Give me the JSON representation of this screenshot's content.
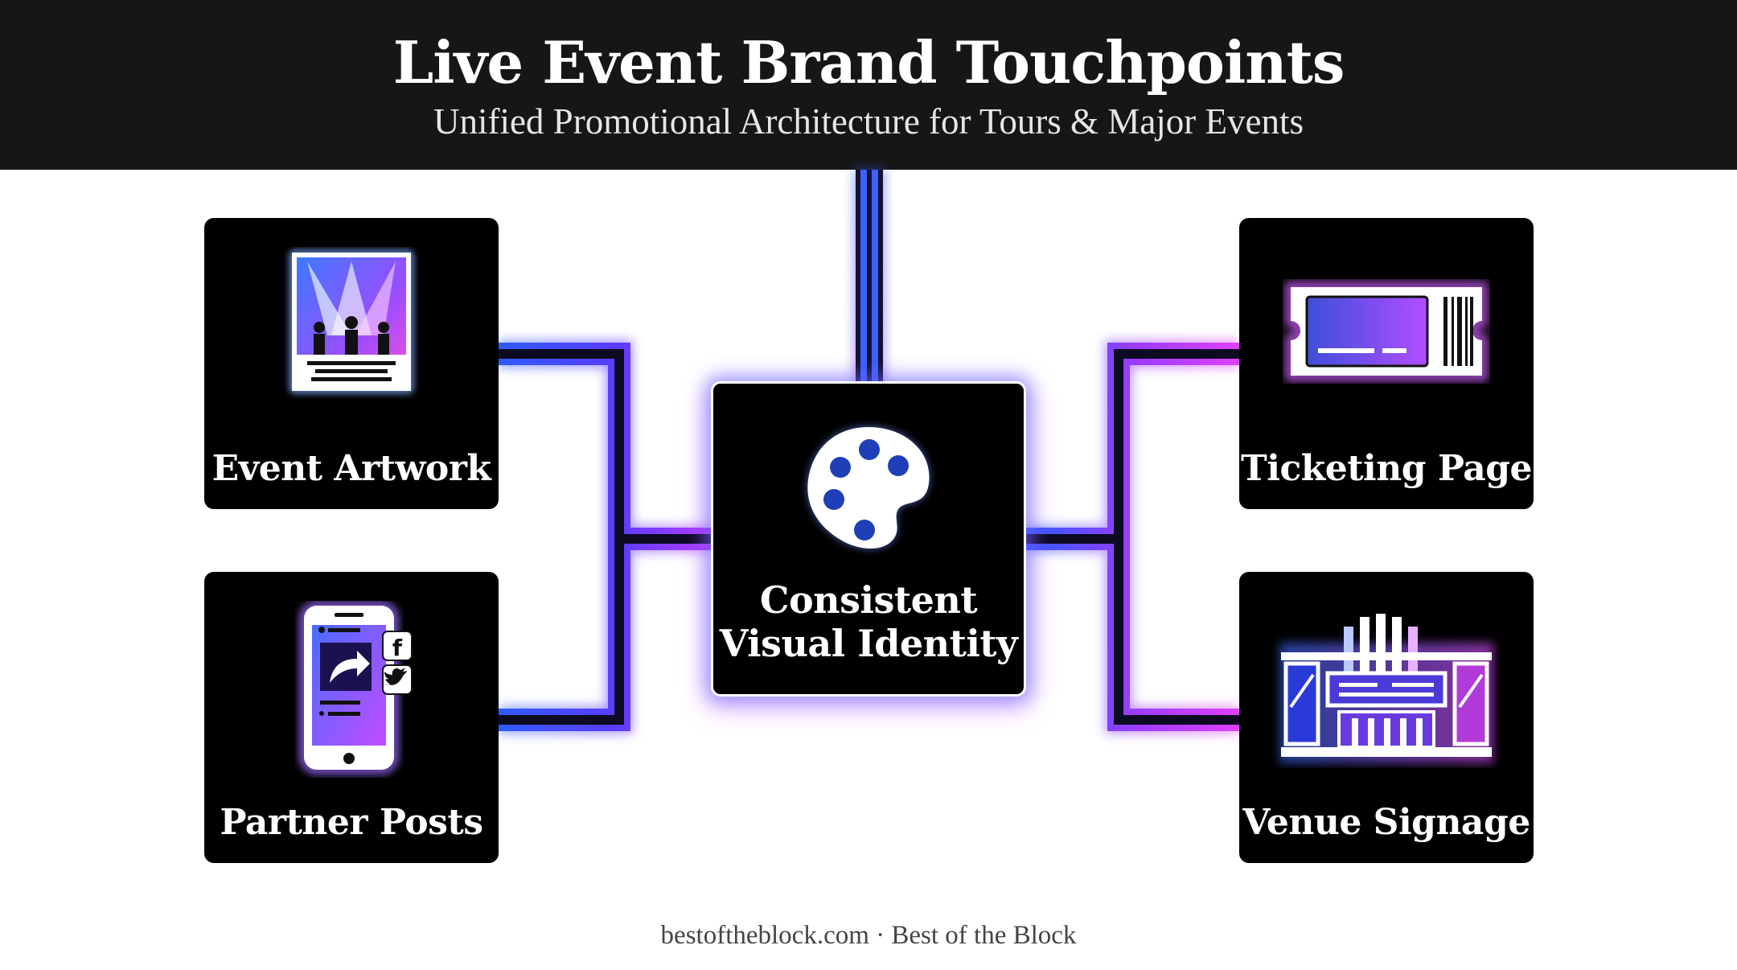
{
  "header": {
    "title": "Live Event Brand Touchpoints",
    "subtitle": "Unified Promotional Architecture for Tours & Major Events"
  },
  "hub": {
    "label_line1": "Consistent",
    "label_line2": "Visual Identity",
    "icon": "palette-icon"
  },
  "touchpoints": [
    {
      "label": "Event Artwork",
      "icon": "concert-poster-icon"
    },
    {
      "label": "Partner Posts",
      "icon": "phone-social-share-icon"
    },
    {
      "label": "Ticketing Page",
      "icon": "ticket-icon"
    },
    {
      "label": "Venue Signage",
      "icon": "venue-marquee-icon"
    }
  ],
  "colors": {
    "header_bg": "#161616",
    "card_bg": "#000000",
    "neon_blue": "#2f5bff",
    "neon_purple": "#b23cff",
    "neon_magenta": "#e040fb"
  },
  "footer": {
    "text": "bestoftheblock.com · Best of the Block"
  }
}
